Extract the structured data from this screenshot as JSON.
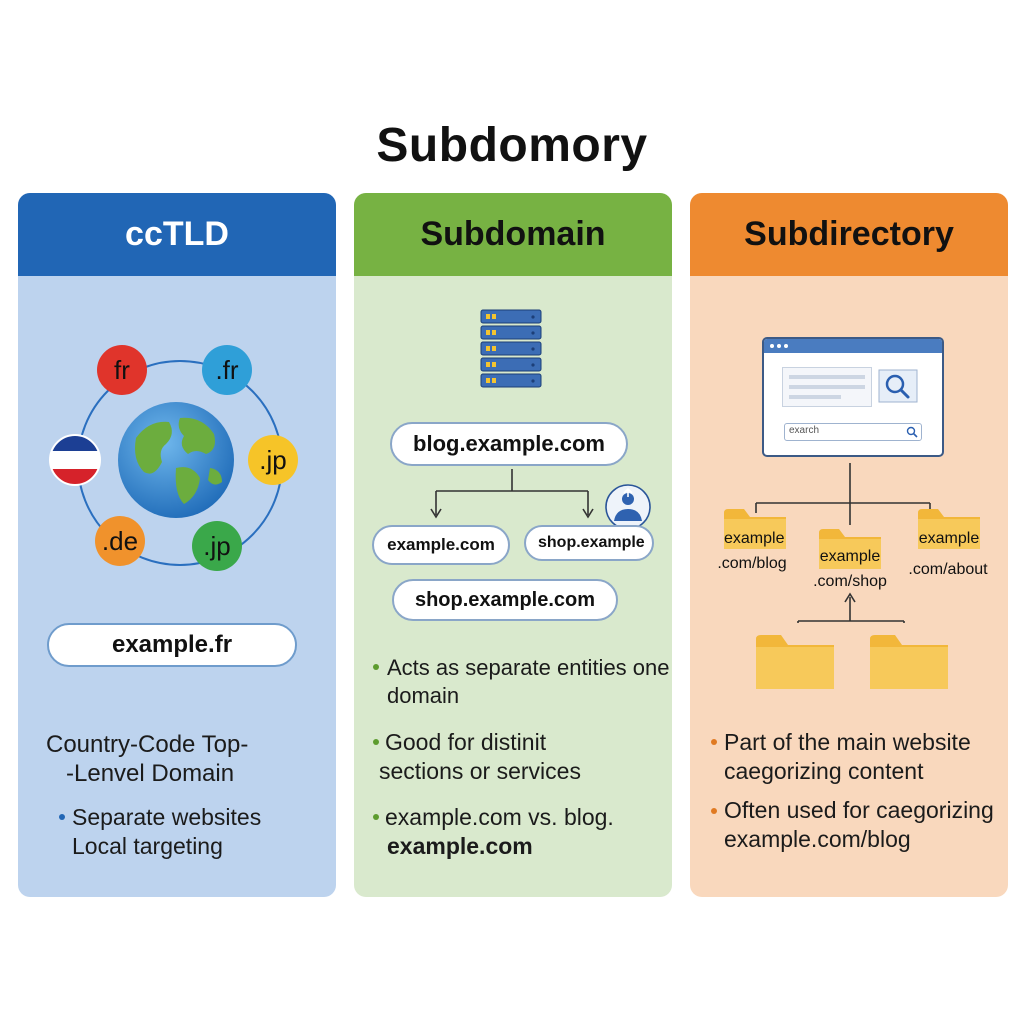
{
  "title": "Subdomory",
  "colors": {
    "cctld_header": "#2166b5",
    "cctld_body": "#bdd3ee",
    "subdomain_header": "#77b243",
    "subdomain_body": "#d9e9cd",
    "subdirectory_header": "#ee8a30",
    "subdirectory_body": "#f9d8bd"
  },
  "cctld": {
    "heading": "ccTLD",
    "tlds": [
      "fr",
      ".fr",
      ".jp",
      ".jp",
      ".de"
    ],
    "icons": [
      "globe-icon",
      "flag-icon"
    ],
    "url_pill": "example.fr",
    "desc_line1": "Country-Code Top-",
    "desc_line2": "-Lenvel Domain",
    "bullet_line1": "Separate websites",
    "bullet_line2": "Local targeting"
  },
  "subdomain": {
    "heading": "Subdomain",
    "icons": [
      "server-rack-icon",
      "user-upload-icon"
    ],
    "top_pill": "blog.example.com",
    "left_pill": "example.com",
    "right_pill": "shop.example",
    "bottom_pill": "shop.example.com",
    "bullet1_line1": "Acts as separate entities one",
    "bullet1_line2": "domain",
    "bullet2_line1": "Good for distinit",
    "bullet2_line2": "sections or services",
    "bullet3_line1": "example.com vs. blog.",
    "bullet3_line2": "example.com"
  },
  "subdirectory": {
    "heading": "Subdirectory",
    "icons": [
      "browser-window-icon",
      "search-icon",
      "folder-icon"
    ],
    "search_placeholder": "exarch",
    "folder1_name": "example",
    "folder1_path": ".com/blog",
    "folder2_name": "example",
    "folder2_path": ".com/shop",
    "folder3_name": "example",
    "folder3_path": ".com/about",
    "bullet1_line1": "Part of the main website",
    "bullet1_line2": "caegorizing content",
    "bullet2_line1": "Often used for caegorizing",
    "bullet2_line2": "example.com/blog"
  }
}
